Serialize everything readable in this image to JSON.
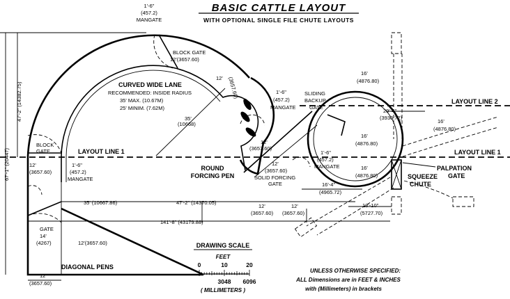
{
  "header": {
    "title": "BASIC CATTLE LAYOUT",
    "subtitle": "WITH OPTIONAL SINGLE FILE CHUTE LAYOUTS"
  },
  "sections": {
    "curved_lane": {
      "title": "CURVED WIDE LANE",
      "line1": "RECOMMENDED: INSIDE RADIUS",
      "line2": "35' MAX. (10.67M)",
      "line3": "25' MINIM. (7.62M)"
    },
    "forcing_pen": {
      "line1": "ROUND",
      "line2": "FORCING PEN"
    },
    "diagonal_pens": "DIAGONAL PENS",
    "squeeze_chute": {
      "line1": "SQUEEZE",
      "line2": "CHUTE"
    },
    "palpation_gate": {
      "line1": "PALPATION",
      "line2": "GATE"
    },
    "layout_line_1_left": "LAYOUT LINE 1",
    "layout_line_1_right": "LAYOUT LINE 1",
    "layout_line_2": "LAYOUT LINE 2"
  },
  "labels": {
    "top_mangate": {
      "dim": "1'-6\"",
      "mm": "(457.2)",
      "name": "MANGATE"
    },
    "block_gate_top": {
      "line1": "BLOCK GATE",
      "line2": "12'(3657.60)"
    },
    "lane_width_top": {
      "dim": "12'",
      "mm": "(3657.60)"
    },
    "radius_35": {
      "dim": "35'",
      "mm": "(10668)"
    },
    "right_mangate": {
      "dim": "1'-6\"",
      "mm": "(457.2)",
      "name": "MANGATE"
    },
    "sliding_gate": {
      "line1": "SLIDING",
      "line2": "BACKUP",
      "line3": "GATE"
    },
    "lane_width_mid": {
      "dim": "12'",
      "mm": "(3657.60)"
    },
    "forcing_gate": {
      "dim": "12'",
      "mm": "(3657.60)",
      "line1": "SOLID FORCING",
      "line2": "GATE"
    },
    "inner_mangate": {
      "dim": "1'-6\"",
      "mm": "(457.2)",
      "name": "MANGATE"
    },
    "left_block_gate": {
      "line1": "BLOCK",
      "line2": "GATE"
    },
    "left_width": {
      "dim": "12'",
      "mm": "(3657.60)"
    },
    "left_mangate": {
      "dim": "1'-6\"",
      "mm": "(457.2)",
      "name": "MANGATE"
    },
    "gate_14": {
      "line1": "GATE",
      "line2": "14'",
      "line3": "(4267)"
    },
    "diag_width": {
      "text": "12'(3657.60)"
    },
    "bottom_width": {
      "dim": "12'",
      "mm": "(3657.60)"
    },
    "chute_16_top": {
      "dim": "16'",
      "mm": "(4876.80)"
    },
    "chute_16_mid": {
      "dim": "16'",
      "mm": "(4876.80)"
    },
    "chute_16_low": {
      "dim": "16'",
      "mm": "(4876.80)"
    },
    "chute_16_right": {
      "dim": "16'",
      "mm": "(4876.80)"
    },
    "chute_29": {
      "text": "29'-4\"",
      "mm": "(3930.72)"
    },
    "chute_16_4": {
      "text": "16'-4\"",
      "mm": "(4965.72)"
    },
    "chute_18_10": {
      "text": "18'-10\"",
      "mm": "(5727.70)"
    }
  },
  "dimensions": {
    "vertical_overall": "67'-1\" (20447)",
    "vertical_arc": "47'-2\" (14382.75)",
    "h_35": "35' (10667.86)",
    "h_47": "47'-2\" (14370.05)",
    "h_12a": {
      "dim": "12'",
      "mm": "(3657.60)"
    },
    "h_12b": {
      "dim": "12'",
      "mm": "(3657.60)"
    },
    "h_overall": "141'-8\" (43179.88)"
  },
  "scale": {
    "title": "DRAWING SCALE",
    "feet_label": "FEET",
    "feet_ticks": [
      "0",
      "10",
      "20"
    ],
    "mm_ticks": [
      "3048",
      "6096"
    ],
    "mm_label": "( MILLIMETERS )"
  },
  "note": {
    "line1": "UNLESS OTHERWISE SPECIFIED:",
    "line2": "ALL Dimensions are in FEET & INCHES",
    "line3": "with (Millimeters) in brackets"
  }
}
